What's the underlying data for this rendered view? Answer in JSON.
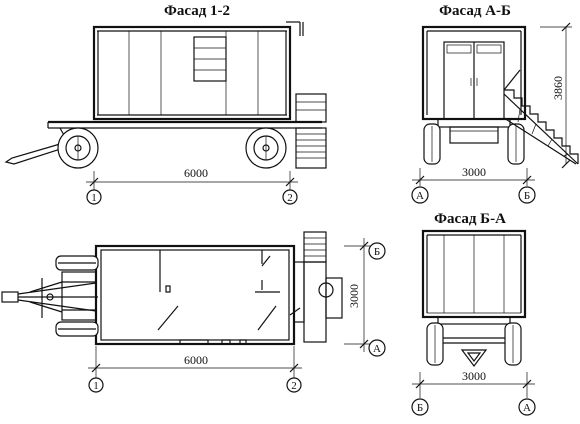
{
  "views": {
    "side_title": "Фасад 1-2",
    "rear_title": "Фасад А-Б",
    "front_title": "Фасад Б-А"
  },
  "dimensions": {
    "side_length": "6000",
    "rear_width": "3000",
    "rear_height": "3860",
    "plan_length": "6000",
    "plan_width": "3000",
    "front_width": "3000"
  },
  "axes": {
    "side_left": "1",
    "side_right": "2",
    "rear_left": "А",
    "rear_right": "Б",
    "plan_top": "Б",
    "plan_bottom": "А",
    "plan_left": "1",
    "plan_right": "2",
    "front_left": "Б",
    "front_right": "А"
  }
}
